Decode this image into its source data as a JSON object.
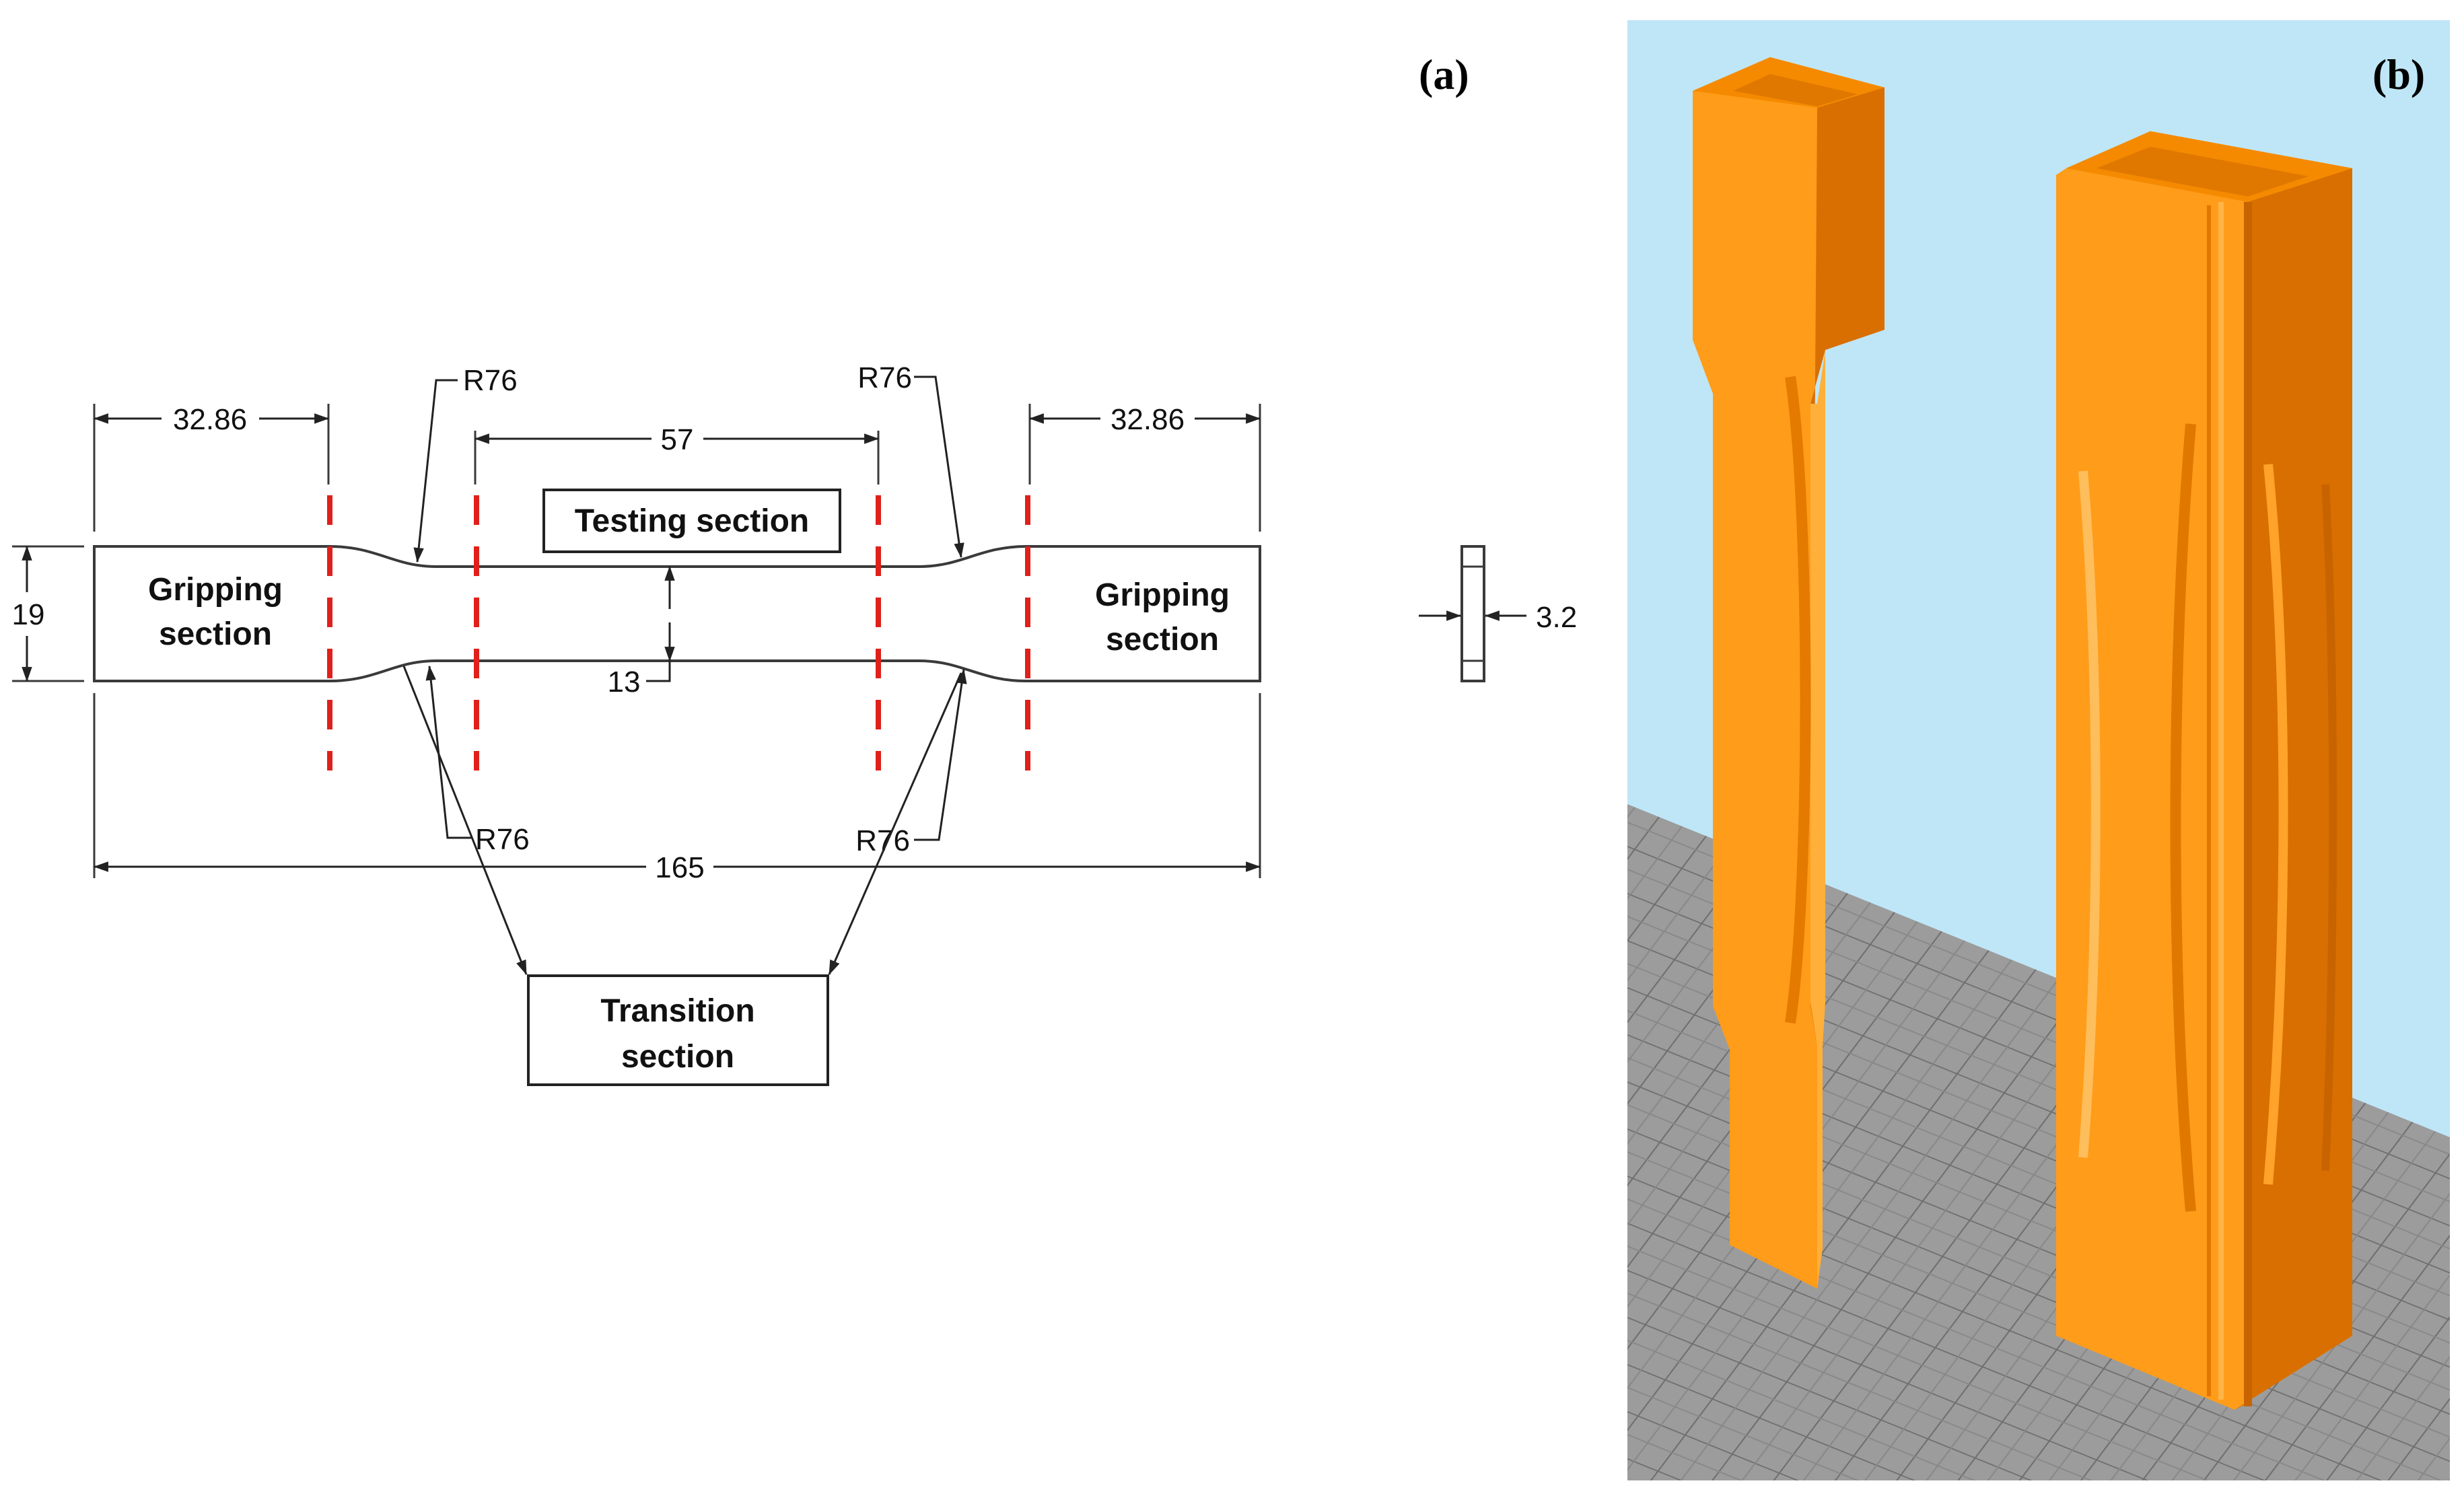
{
  "panels": {
    "a": "(a)",
    "b": "(b)"
  },
  "drawing": {
    "dim_left_grip": "32.86",
    "dim_right_grip": "32.86",
    "dim_testing_length": "57",
    "dim_total_length": "165",
    "dim_grip_width": "19",
    "dim_neck_width": "13",
    "dim_thickness": "3.2",
    "radius_top_left": "R76",
    "radius_top_right": "R76",
    "radius_bottom_left": "R76",
    "radius_bottom_right": "R76",
    "label_testing": "Testing section",
    "label_transition_line1": "Transition",
    "label_transition_line2": "section",
    "label_grip_left_line1": "Gripping",
    "label_grip_left_line2": "section",
    "label_grip_right_line1": "Gripping",
    "label_grip_right_line2": "section"
  },
  "colors": {
    "outline": "#3a3a3a",
    "section_divider": "#e0201b",
    "sky": "#bfe6f7",
    "floor": "#9a9a9a",
    "grid": "#6a6a6a",
    "orange_light": "#ff9c1a",
    "orange_mid": "#f58a00",
    "orange_dark": "#d86f00"
  }
}
